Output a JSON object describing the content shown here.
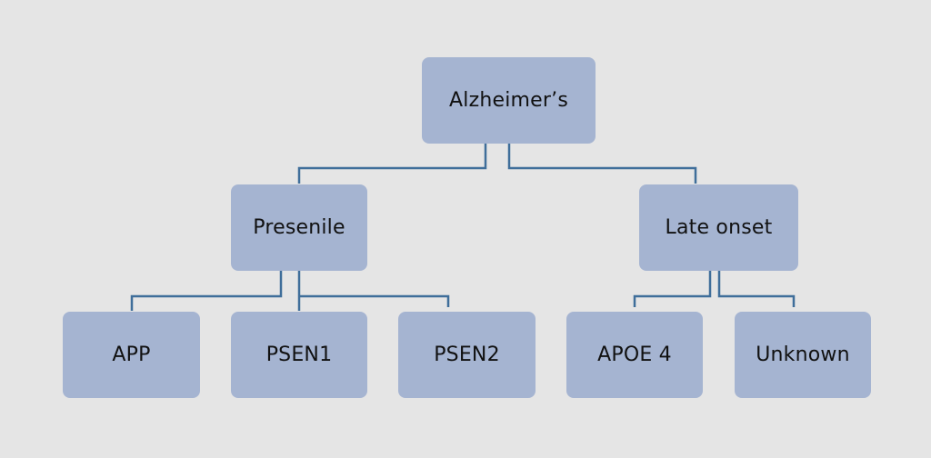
{
  "diagram": {
    "type": "tree",
    "root": {
      "id": "alzheimers",
      "label": "Alzheimer’s",
      "children": [
        {
          "id": "presenile",
          "label": "Presenile",
          "children": [
            {
              "id": "app",
              "label": "APP"
            },
            {
              "id": "psen1",
              "label": "PSEN1"
            },
            {
              "id": "psen2",
              "label": "PSEN2"
            }
          ]
        },
        {
          "id": "late-onset",
          "label": "Late onset",
          "children": [
            {
              "id": "apoe4",
              "label": "APOE 4"
            },
            {
              "id": "unknown",
              "label": "Unknown"
            }
          ]
        }
      ]
    },
    "colors": {
      "background": "#e5e5e5",
      "node_fill": "#a5b4d1",
      "connector": "#3f6e9a",
      "text": "#111111"
    }
  }
}
